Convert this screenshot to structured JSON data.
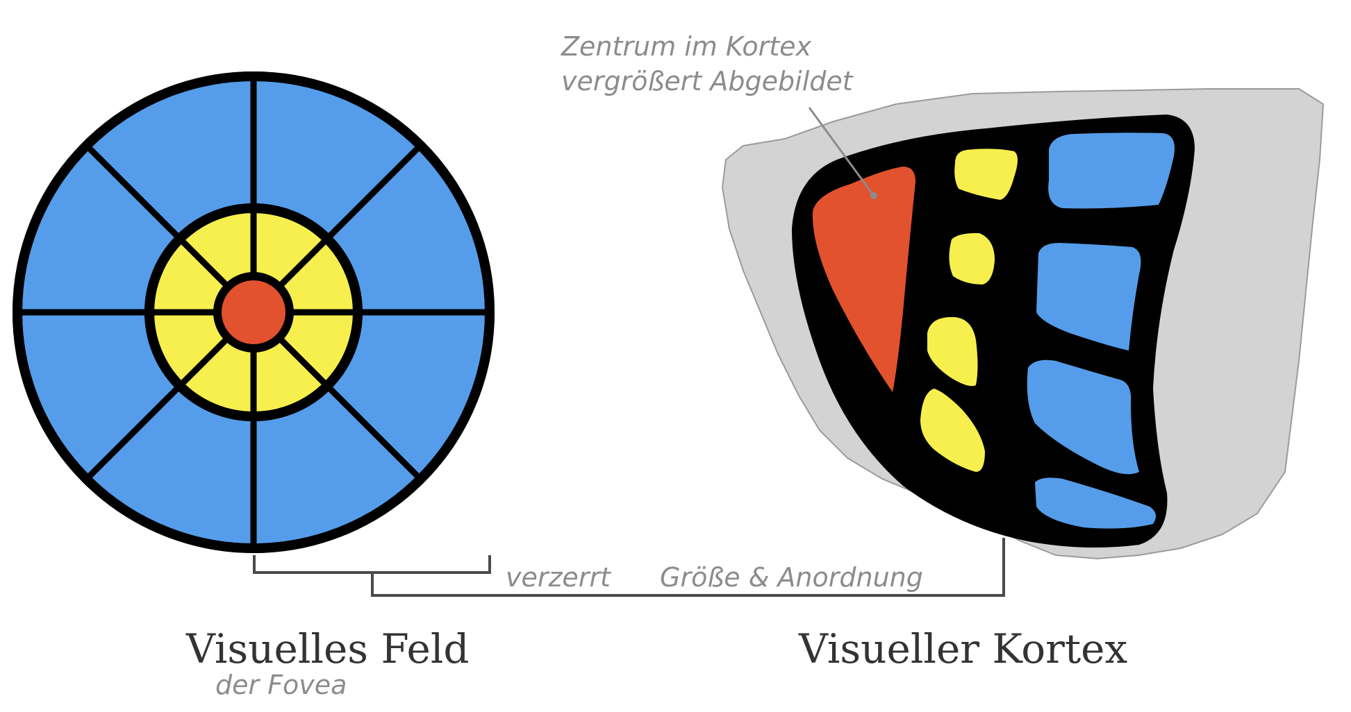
{
  "colors": {
    "blue": "#559DEA",
    "yellow": "#F6EF4E",
    "red": "#E2522F",
    "black": "#000000",
    "gray_background": "#D3D3D3",
    "bracket": "#4a4a4a",
    "handwriting": "#8c8c8c",
    "title": "#333333"
  },
  "visual_field": {
    "title": "Visuelles Feld",
    "annotation": "der Fovea"
  },
  "visual_cortex": {
    "title": "Visueller Kortex",
    "annotation_line1": "Zentrum im Kortex",
    "annotation_line2": "vergrößert Abgebildet"
  },
  "mapping": {
    "label_1": "verzerrt",
    "label_2": "Größe & Anordnung"
  }
}
